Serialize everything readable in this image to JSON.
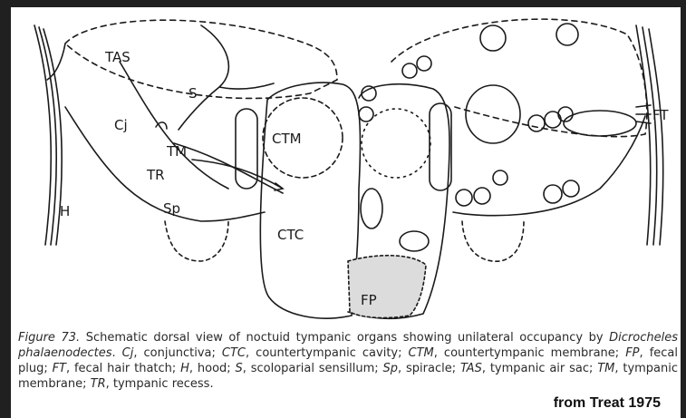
{
  "figure": {
    "labels": {
      "tas": "TAS",
      "s": "S",
      "cj": "Cj",
      "tm": "TM",
      "tr": "TR",
      "h": "H",
      "sp": "Sp",
      "ctm": "CTM",
      "ctc": "CTC",
      "fp": "FP",
      "ft": "FT"
    }
  },
  "caption": {
    "fig_label": "Figure 73.",
    "intro": " Schematic dorsal view of noctuid tympanic organs showing unilateral occupancy by ",
    "species": "Dicrocheles phalaenodectes",
    "after_species": ". ",
    "defs": [
      {
        "abbr": "Cj",
        "text": ", conjunctiva; "
      },
      {
        "abbr": "CTC",
        "text": ", countertympanic cavity; "
      },
      {
        "abbr": "CTM",
        "text": ", countertympanic membrane; "
      },
      {
        "abbr": "FP",
        "text": ", fecal plug; "
      },
      {
        "abbr": "FT",
        "text": ", fecal hair thatch; "
      },
      {
        "abbr": "H",
        "text": ", hood; "
      },
      {
        "abbr": "S",
        "text": ", scoloparial sensillum; "
      },
      {
        "abbr": "Sp",
        "text": ", spiracle; "
      },
      {
        "abbr": "TAS",
        "text": ", tympanic air sac; "
      },
      {
        "abbr": "TM",
        "text": ", tympanic membrane; "
      },
      {
        "abbr": "TR",
        "text": ", tympanic recess."
      }
    ]
  },
  "credit": "from Treat 1975"
}
